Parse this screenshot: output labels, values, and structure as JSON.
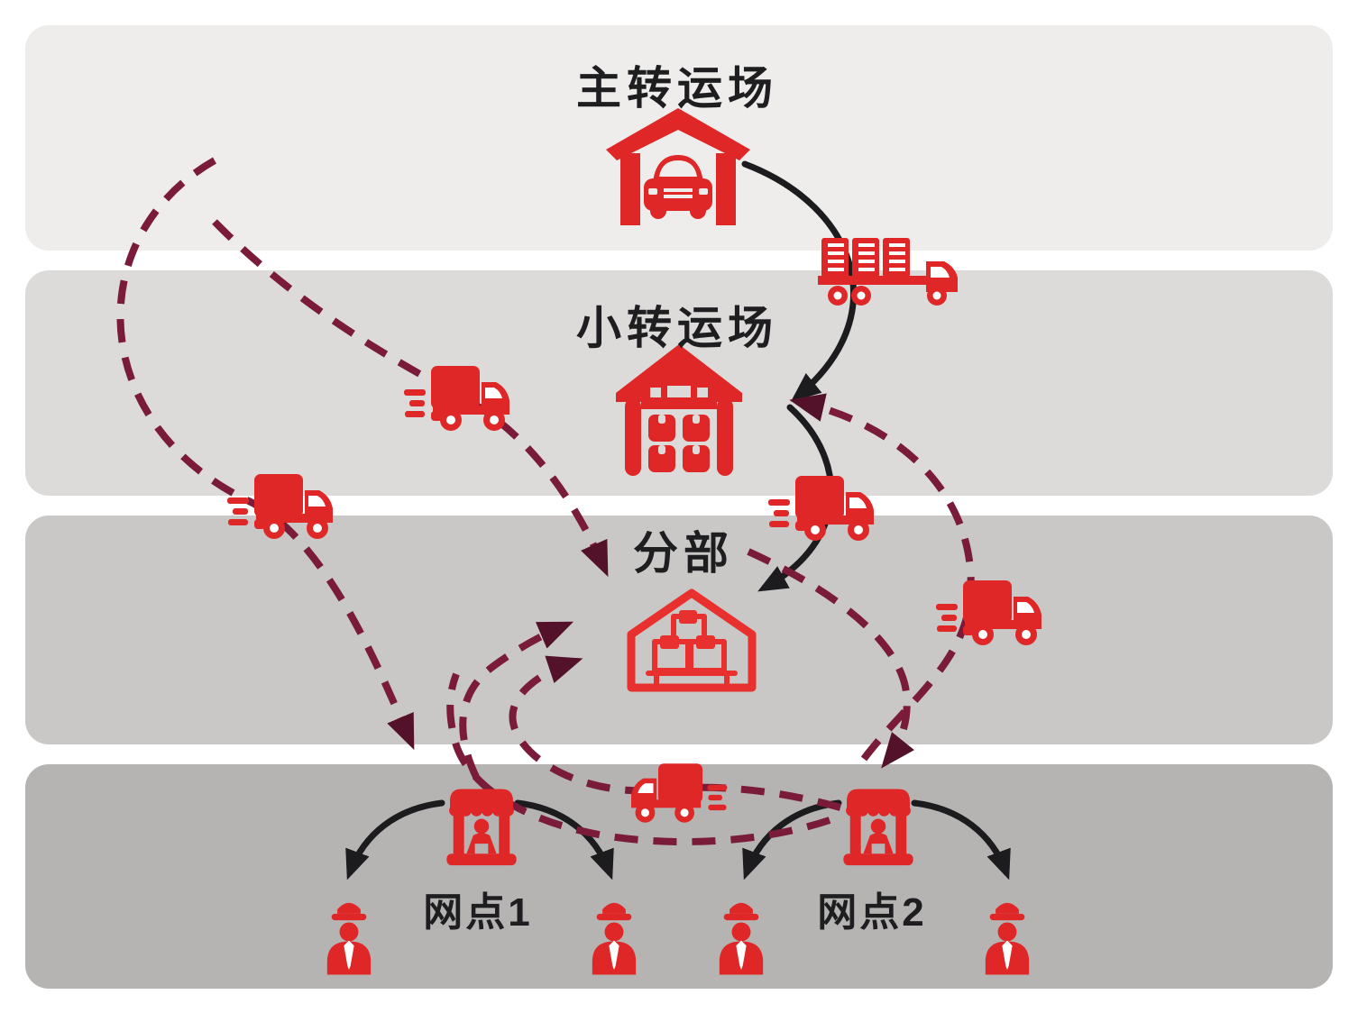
{
  "nodes": {
    "main_transfer": {
      "label": "主转运场"
    },
    "small_transfer": {
      "label": "小转运场"
    },
    "branch": {
      "label": "分部"
    },
    "outlet1": {
      "label": "网点1"
    },
    "outlet2": {
      "label": "网点2"
    },
    "courier": {
      "label": ""
    }
  },
  "colors": {
    "brand_red": "#e02728",
    "solid_route": "#1c1c1e",
    "dashed_route": "#7a1c39",
    "dashed_arrowhead": "#54122a",
    "band_grays": [
      "#eeedec",
      "#dcdbda",
      "#c9c8c7",
      "#b5b4b3"
    ]
  },
  "icons": [
    "garage-with-car-icon",
    "flatbed-cargo-truck-icon",
    "warehouse-with-boxes-icon",
    "speed-delivery-truck-icon",
    "branch-house-with-parcels-icon",
    "storefront-icon",
    "courier-person-icon"
  ],
  "routes": {
    "solid": [
      {
        "from": "主转运场",
        "to": "小转运场"
      },
      {
        "from": "小转运场",
        "to": "分部"
      },
      {
        "from": "网点1",
        "to": "快递员"
      },
      {
        "from": "网点1",
        "to": "快递员"
      },
      {
        "from": "网点2",
        "to": "快递员"
      },
      {
        "from": "网点2",
        "to": "快递员"
      }
    ],
    "dashed": [
      {
        "from": "主转运场",
        "to": "网点1"
      },
      {
        "from": "主转运场",
        "to": "分部"
      },
      {
        "from": "网点1",
        "to": "分部"
      },
      {
        "from": "网点2",
        "to": "小转运场"
      },
      {
        "from": "分部",
        "to": "网点2"
      },
      {
        "from": "网点2",
        "to": "分部"
      }
    ]
  }
}
